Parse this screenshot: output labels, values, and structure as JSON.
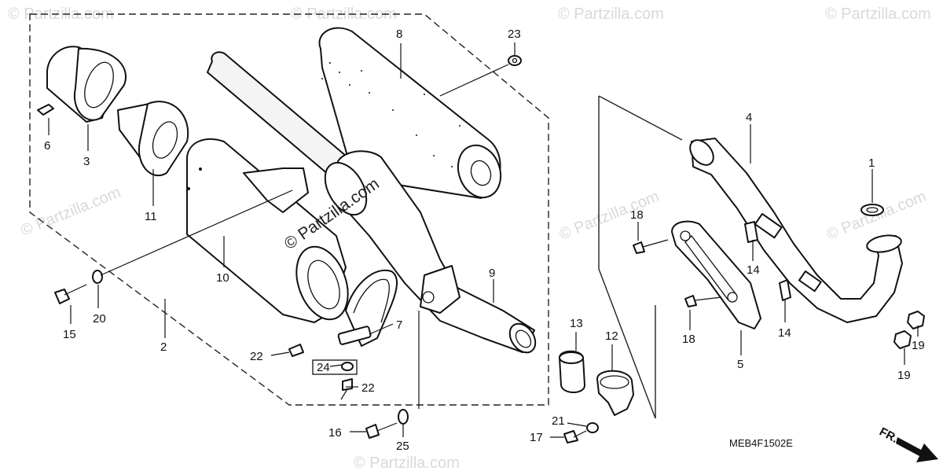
{
  "watermarks": [
    "© Partzilla.com",
    "© Partzilla.com",
    "© Partzilla.com",
    "© Partzilla.com",
    "© Partzilla.com",
    "© Partzilla.com",
    "© Partzilla.com",
    "© Partzilla.com"
  ],
  "center_watermark": "© Partzilla.com",
  "diagram_code": "MEB4F1502E",
  "direction_label": "FR.",
  "callouts": {
    "c1": "1",
    "c2": "2",
    "c3": "3",
    "c4": "4",
    "c5": "5",
    "c6": "6",
    "c7": "7",
    "c8": "8",
    "c9": "9",
    "c10": "10",
    "c11": "11",
    "c12": "12",
    "c13": "13",
    "c14a": "14",
    "c14b": "14",
    "c15": "15",
    "c16": "16",
    "c17": "17",
    "c18a": "18",
    "c18b": "18",
    "c19a": "19",
    "c19b": "19",
    "c20": "20",
    "c21": "21",
    "c22a": "22",
    "c22b": "22",
    "c23": "23",
    "c24": "24",
    "c25": "25"
  }
}
